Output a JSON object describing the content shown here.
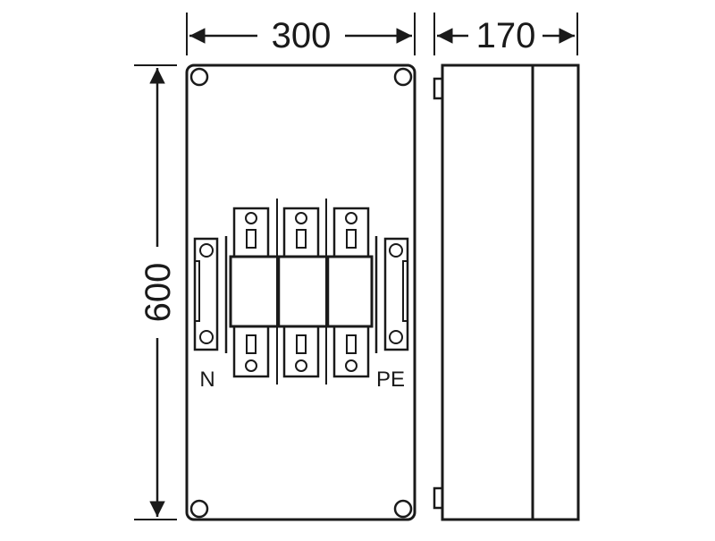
{
  "dimensions": {
    "width": "300",
    "depth": "170",
    "height": "600"
  },
  "labels": {
    "neutral": "N",
    "protective_earth": "PE"
  }
}
